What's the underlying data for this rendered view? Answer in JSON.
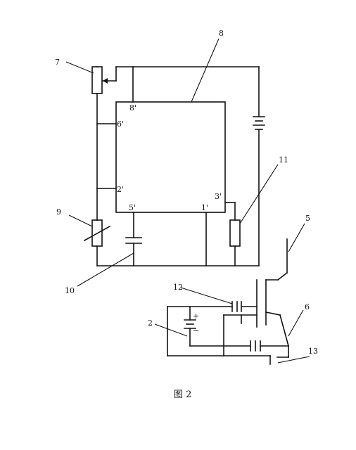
{
  "caption": "图 2",
  "callouts": {
    "c7": "7",
    "c8": "8",
    "c9": "9",
    "c10": "10",
    "c11": "11",
    "c5": "5",
    "c6": "6",
    "c12": "12",
    "c2": "2",
    "c13": "13"
  },
  "pins": {
    "p8": "8'",
    "p6": "6'",
    "p2": "2'",
    "p5": "5'",
    "p1": "1'",
    "p3": "3'"
  },
  "polarity": {
    "plus": "+",
    "minus": "−"
  }
}
